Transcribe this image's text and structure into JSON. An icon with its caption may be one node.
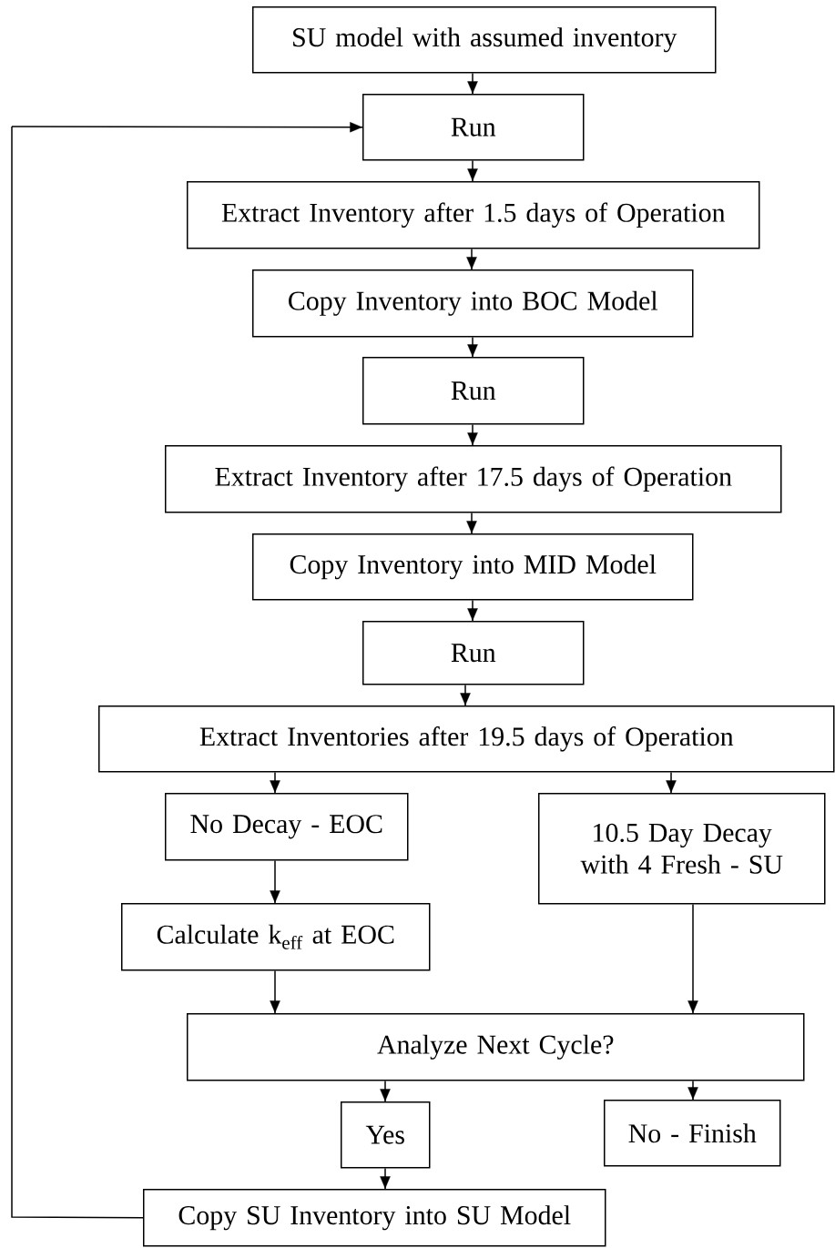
{
  "diagram": {
    "nodes": [
      {
        "text": [
          "SU model with assumed inventory"
        ]
      },
      {
        "text": [
          "Run"
        ]
      },
      {
        "text": [
          "Extract Inventory after 1.5 days of Operation"
        ]
      },
      {
        "text": [
          "Copy Inventory into BOC Model"
        ]
      },
      {
        "text": [
          "Run"
        ]
      },
      {
        "text": [
          "Extract Inventory after 17.5 days of Operation"
        ]
      },
      {
        "text": [
          "Copy Inventory into MID Model"
        ]
      },
      {
        "text": [
          "Run"
        ]
      },
      {
        "text": [
          "Extract Inventories after 19.5 days of Operation"
        ]
      },
      {
        "text": [
          "No Decay - EOC"
        ]
      },
      {
        "text": [
          "10.5 Day Decay with 4 Fresh - SU"
        ]
      },
      {
        "text": [
          "Calculate k$_{eff}$ at EOC"
        ]
      },
      {
        "text": [
          "Analyze Next Cycle?"
        ]
      },
      {
        "text": [
          "Yes"
        ]
      },
      {
        "text": [
          "No - Finish"
        ]
      },
      {
        "text": [
          "Copy SU Inventory into SU Model"
        ]
      }
    ],
    "edges": [
      {
        "from": 0,
        "to": 1,
        "arrow": "to"
      },
      {
        "from": 1,
        "to": 2,
        "arrow": "to"
      },
      {
        "from": 2,
        "to": 3,
        "arrow": "to"
      },
      {
        "from": 3,
        "to": 4,
        "arrow": "to"
      },
      {
        "from": 4,
        "to": 5,
        "arrow": "to"
      },
      {
        "from": 5,
        "to": 6,
        "arrow": "to"
      },
      {
        "from": 6,
        "to": 7,
        "arrow": "to"
      },
      {
        "from": 7,
        "to": 8,
        "arrow": "to"
      },
      {
        "from": 8,
        "to": 9,
        "arrow": "to"
      },
      {
        "from": 8,
        "to": 10,
        "arrow": "to"
      },
      {
        "from": 9,
        "to": 11,
        "arrow": "to"
      },
      {
        "from": 11,
        "to": 12,
        "arrow": "to"
      },
      {
        "from": 10,
        "to": 12,
        "arrow": "to"
      },
      {
        "from": 12,
        "to": 13,
        "arrow": "to"
      },
      {
        "from": 12,
        "to": 14,
        "arrow": "to"
      },
      {
        "from": 13,
        "to": 15,
        "arrow": "to"
      },
      {
        "from": 15,
        "to": 1,
        "arrow": "to"
      }
    ]
  }
}
